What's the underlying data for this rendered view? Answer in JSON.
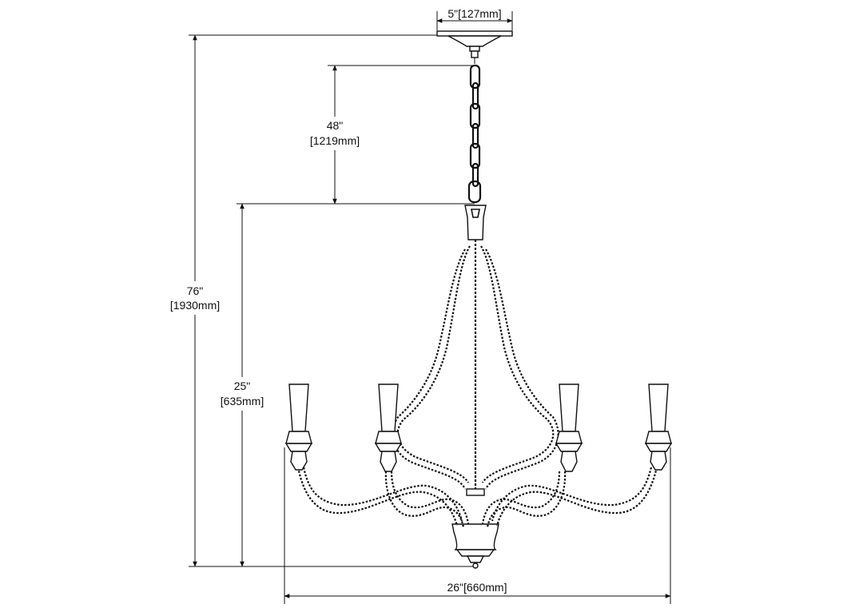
{
  "dimensions": {
    "canopy_width": "5\"[127mm]",
    "chain_length_in": "48\"",
    "chain_length_mm": "[1219mm]",
    "overall_height_in": "76\"",
    "overall_height_mm": "[1930mm]",
    "fixture_height_in": "25\"",
    "fixture_height_mm": "[635mm]",
    "fixture_width": "26\"[660mm]"
  }
}
